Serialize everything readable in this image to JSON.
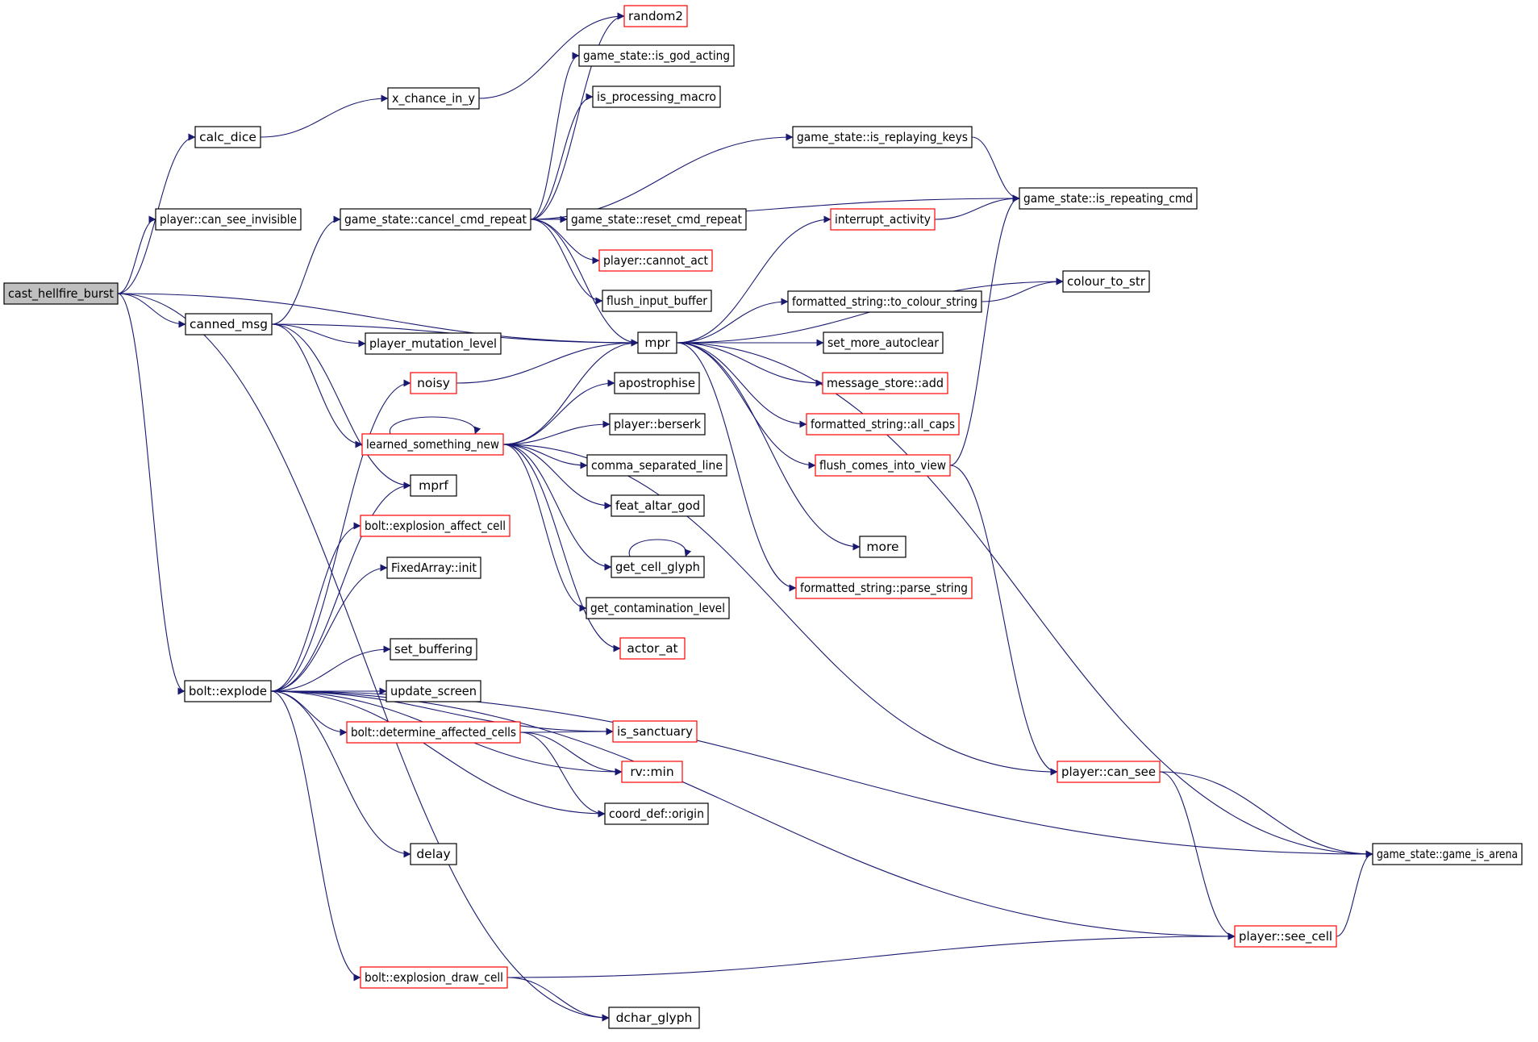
{
  "graph": {
    "root": "cast_hellfire_burst",
    "colors": {
      "edge": "#191970",
      "root_fill": "#bfbfbf",
      "normal_border": "#000000",
      "truncated_border": "#ff0000",
      "background": "#ffffff"
    },
    "nodes": [
      {
        "id": "cast_hellfire_burst",
        "label": "cast_hellfire_burst",
        "root": true
      },
      {
        "id": "calc_dice",
        "label": "calc_dice"
      },
      {
        "id": "can_see_invisible",
        "label": "player::can_see_invisible"
      },
      {
        "id": "canned_msg",
        "label": "canned_msg"
      },
      {
        "id": "explode",
        "label": "bolt::explode"
      },
      {
        "id": "x_chance_in_y",
        "label": "x_chance_in_y"
      },
      {
        "id": "random2",
        "label": "random2",
        "truncated": true
      },
      {
        "id": "cancel_cmd_repeat",
        "label": "game_state::cancel_cmd_repeat"
      },
      {
        "id": "player_mutation_level",
        "label": "player_mutation_level"
      },
      {
        "id": "noisy",
        "label": "noisy",
        "truncated": true
      },
      {
        "id": "learned_something_new",
        "label": "learned_something_new",
        "truncated": true
      },
      {
        "id": "mprf",
        "label": "mprf"
      },
      {
        "id": "explosion_affect_cell",
        "label": "bolt::explosion_affect_cell",
        "truncated": true
      },
      {
        "id": "fixedarray_init",
        "label": "FixedArray::init"
      },
      {
        "id": "set_buffering",
        "label": "set_buffering"
      },
      {
        "id": "update_screen",
        "label": "update_screen"
      },
      {
        "id": "determine_affected_cells",
        "label": "bolt::determine_affected_cells",
        "truncated": true
      },
      {
        "id": "delay",
        "label": "delay"
      },
      {
        "id": "explosion_draw_cell",
        "label": "bolt::explosion_draw_cell",
        "truncated": true
      },
      {
        "id": "is_god_acting",
        "label": "game_state::is_god_acting"
      },
      {
        "id": "is_processing_macro",
        "label": "is_processing_macro"
      },
      {
        "id": "reset_cmd_repeat",
        "label": "game_state::reset_cmd_repeat"
      },
      {
        "id": "cannot_act",
        "label": "player::cannot_act",
        "truncated": true
      },
      {
        "id": "flush_input_buffer",
        "label": "flush_input_buffer"
      },
      {
        "id": "mpr",
        "label": "mpr"
      },
      {
        "id": "apostrophise",
        "label": "apostrophise"
      },
      {
        "id": "berserk",
        "label": "player::berserk"
      },
      {
        "id": "comma_separated_line",
        "label": "comma_separated_line"
      },
      {
        "id": "feat_altar_god",
        "label": "feat_altar_god"
      },
      {
        "id": "get_cell_glyph",
        "label": "get_cell_glyph"
      },
      {
        "id": "get_contamination_level",
        "label": "get_contamination_level"
      },
      {
        "id": "actor_at",
        "label": "actor_at",
        "truncated": true
      },
      {
        "id": "is_sanctuary",
        "label": "is_sanctuary",
        "truncated": true
      },
      {
        "id": "rv_min",
        "label": "rv::min",
        "truncated": true
      },
      {
        "id": "coord_def_origin",
        "label": "coord_def::origin"
      },
      {
        "id": "dchar_glyph",
        "label": "dchar_glyph"
      },
      {
        "id": "is_replaying_keys",
        "label": "game_state::is_replaying_keys"
      },
      {
        "id": "interrupt_activity",
        "label": "interrupt_activity",
        "truncated": true
      },
      {
        "id": "to_colour_string",
        "label": "formatted_string::to_colour_string"
      },
      {
        "id": "set_more_autoclear",
        "label": "set_more_autoclear"
      },
      {
        "id": "message_store_add",
        "label": "message_store::add",
        "truncated": true
      },
      {
        "id": "all_caps",
        "label": "formatted_string::all_caps",
        "truncated": true
      },
      {
        "id": "flush_comes_into_view",
        "label": "flush_comes_into_view",
        "truncated": true
      },
      {
        "id": "more",
        "label": "more"
      },
      {
        "id": "parse_string",
        "label": "formatted_string::parse_string",
        "truncated": true
      },
      {
        "id": "is_repeating_cmd",
        "label": "game_state::is_repeating_cmd"
      },
      {
        "id": "colour_to_str",
        "label": "colour_to_str"
      },
      {
        "id": "can_see",
        "label": "player::can_see",
        "truncated": true
      },
      {
        "id": "see_cell",
        "label": "player::see_cell",
        "truncated": true
      },
      {
        "id": "game_is_arena",
        "label": "game_state::game_is_arena"
      }
    ],
    "edges": [
      [
        "cast_hellfire_burst",
        "calc_dice"
      ],
      [
        "cast_hellfire_burst",
        "can_see_invisible"
      ],
      [
        "cast_hellfire_burst",
        "canned_msg"
      ],
      [
        "cast_hellfire_burst",
        "mpr"
      ],
      [
        "cast_hellfire_burst",
        "explode"
      ],
      [
        "cast_hellfire_burst",
        "dchar_glyph"
      ],
      [
        "calc_dice",
        "x_chance_in_y"
      ],
      [
        "x_chance_in_y",
        "random2"
      ],
      [
        "canned_msg",
        "cancel_cmd_repeat"
      ],
      [
        "canned_msg",
        "mpr"
      ],
      [
        "canned_msg",
        "player_mutation_level"
      ],
      [
        "canned_msg",
        "learned_something_new"
      ],
      [
        "canned_msg",
        "mprf"
      ],
      [
        "cancel_cmd_repeat",
        "random2"
      ],
      [
        "cancel_cmd_repeat",
        "is_god_acting"
      ],
      [
        "cancel_cmd_repeat",
        "is_processing_macro"
      ],
      [
        "cancel_cmd_repeat",
        "is_replaying_keys"
      ],
      [
        "cancel_cmd_repeat",
        "is_repeating_cmd"
      ],
      [
        "cancel_cmd_repeat",
        "reset_cmd_repeat"
      ],
      [
        "cancel_cmd_repeat",
        "cannot_act"
      ],
      [
        "cancel_cmd_repeat",
        "flush_input_buffer"
      ],
      [
        "cancel_cmd_repeat",
        "mpr"
      ],
      [
        "noisy",
        "mpr"
      ],
      [
        "learned_something_new",
        "learned_something_new"
      ],
      [
        "learned_something_new",
        "mpr"
      ],
      [
        "learned_something_new",
        "apostrophise"
      ],
      [
        "learned_something_new",
        "berserk"
      ],
      [
        "learned_something_new",
        "comma_separated_line"
      ],
      [
        "learned_something_new",
        "feat_altar_god"
      ],
      [
        "learned_something_new",
        "get_cell_glyph"
      ],
      [
        "learned_something_new",
        "get_contamination_level"
      ],
      [
        "learned_something_new",
        "actor_at"
      ],
      [
        "learned_something_new",
        "can_see"
      ],
      [
        "get_cell_glyph",
        "get_cell_glyph"
      ],
      [
        "explode",
        "noisy"
      ],
      [
        "explode",
        "mprf"
      ],
      [
        "explode",
        "explosion_affect_cell"
      ],
      [
        "explode",
        "fixedarray_init"
      ],
      [
        "explode",
        "set_buffering"
      ],
      [
        "explode",
        "update_screen"
      ],
      [
        "explode",
        "determine_affected_cells"
      ],
      [
        "explode",
        "is_sanctuary"
      ],
      [
        "explode",
        "rv_min"
      ],
      [
        "explode",
        "coord_def_origin"
      ],
      [
        "explode",
        "delay"
      ],
      [
        "explode",
        "game_is_arena"
      ],
      [
        "explode",
        "see_cell"
      ],
      [
        "explode",
        "explosion_draw_cell"
      ],
      [
        "determine_affected_cells",
        "is_sanctuary"
      ],
      [
        "determine_affected_cells",
        "rv_min"
      ],
      [
        "determine_affected_cells",
        "coord_def_origin"
      ],
      [
        "explosion_draw_cell",
        "see_cell"
      ],
      [
        "explosion_draw_cell",
        "dchar_glyph"
      ],
      [
        "mpr",
        "interrupt_activity"
      ],
      [
        "mpr",
        "colour_to_str"
      ],
      [
        "mpr",
        "to_colour_string"
      ],
      [
        "mpr",
        "set_more_autoclear"
      ],
      [
        "mpr",
        "message_store_add"
      ],
      [
        "mpr",
        "all_caps"
      ],
      [
        "mpr",
        "flush_comes_into_view"
      ],
      [
        "mpr",
        "more"
      ],
      [
        "mpr",
        "parse_string"
      ],
      [
        "mpr",
        "game_is_arena"
      ],
      [
        "interrupt_activity",
        "is_repeating_cmd"
      ],
      [
        "is_replaying_keys",
        "is_repeating_cmd"
      ],
      [
        "to_colour_string",
        "colour_to_str"
      ],
      [
        "flush_comes_into_view",
        "is_repeating_cmd"
      ],
      [
        "flush_comes_into_view",
        "can_see"
      ],
      [
        "can_see",
        "game_is_arena"
      ],
      [
        "can_see",
        "see_cell"
      ],
      [
        "see_cell",
        "game_is_arena"
      ]
    ]
  }
}
